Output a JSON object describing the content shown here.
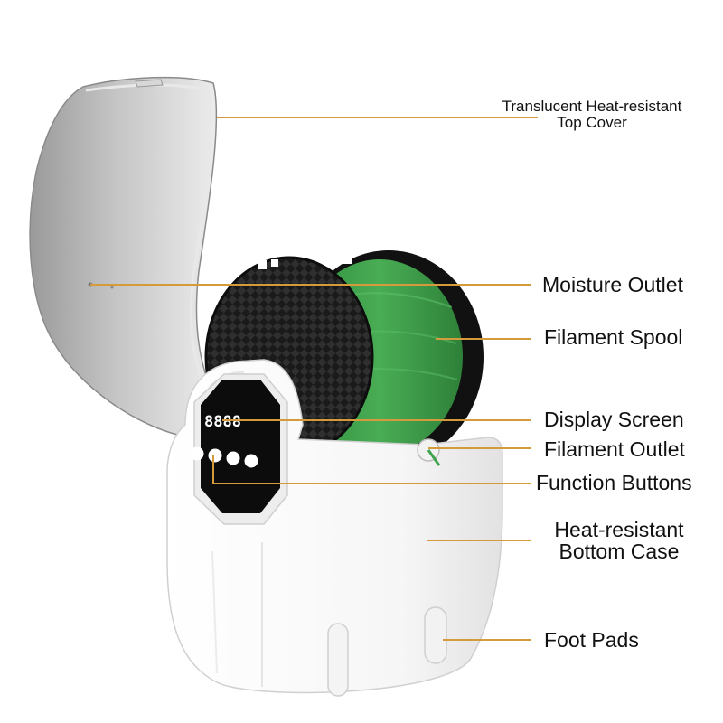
{
  "colors": {
    "leader_line": "#D59A3C",
    "filament_green": "#3FA34D",
    "spool_black": "#1F1F1F",
    "case_white": "#F7F7F7",
    "cover_gray": "#B9B9B9"
  },
  "display": {
    "digits": "8888"
  },
  "callouts": {
    "top_cover": {
      "line1": "Translucent Heat-resistant",
      "line2": "Top Cover"
    },
    "moisture_outlet": "Moisture Outlet",
    "filament_spool": "Filament Spool",
    "display_screen": "Display Screen",
    "filament_outlet": "Filament Outlet",
    "function_buttons": "Function Buttons",
    "bottom_case": {
      "line1": "Heat-resistant",
      "line2": "Bottom Case"
    },
    "foot_pads": "Foot Pads"
  }
}
